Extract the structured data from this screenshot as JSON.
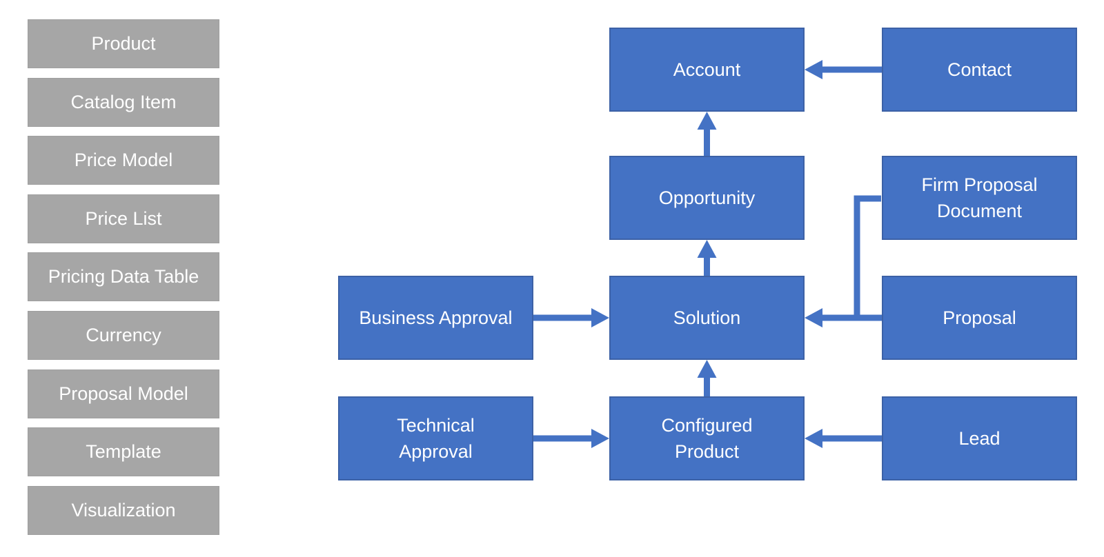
{
  "diagram": {
    "colors": {
      "background": "#ffffff",
      "gray_fill": "#a6a6a6",
      "gray_border": "#9f9f9f",
      "blue_fill": "#4472c4",
      "blue_border": "#3c61a6",
      "arrow": "#4472c4",
      "text": "#ffffff"
    },
    "legend": [
      "Product",
      "Catalog Item",
      "Price Model",
      "Price List",
      "Pricing Data Table",
      "Currency",
      "Proposal Model",
      "Template",
      "Visualization"
    ],
    "nodes": {
      "account": "Account",
      "contact": "Contact",
      "opportunity": "Opportunity",
      "firm_proposal_document": "Firm Proposal\nDocument",
      "business_approval": "Business Approval",
      "solution": "Solution",
      "proposal": "Proposal",
      "technical_approval": "Technical\nApproval",
      "configured_product": "Configured\nProduct",
      "lead": "Lead"
    },
    "edges": [
      {
        "from": "Contact",
        "to": "Account"
      },
      {
        "from": "Opportunity",
        "to": "Account"
      },
      {
        "from": "Solution",
        "to": "Opportunity"
      },
      {
        "from": "Business Approval",
        "to": "Solution"
      },
      {
        "from": "Proposal",
        "to": "Solution"
      },
      {
        "from": "Firm Proposal Document",
        "to": "Solution"
      },
      {
        "from": "Configured Product",
        "to": "Solution"
      },
      {
        "from": "Technical Approval",
        "to": "Configured Product"
      },
      {
        "from": "Lead",
        "to": "Configured Product"
      }
    ]
  }
}
